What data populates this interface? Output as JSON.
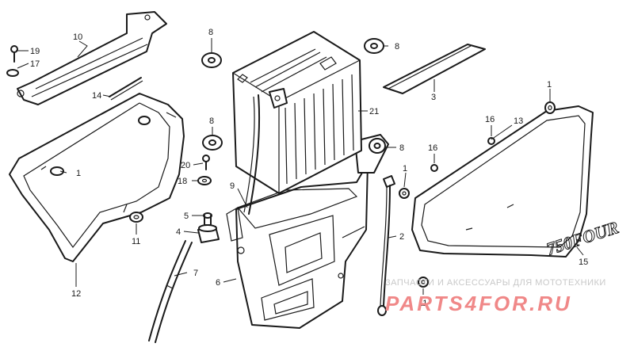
{
  "callouts": [
    {
      "id": "c1a",
      "label": "1"
    },
    {
      "id": "c1b",
      "label": "1"
    },
    {
      "id": "c1c",
      "label": "1"
    },
    {
      "id": "c2",
      "label": "2"
    },
    {
      "id": "c3",
      "label": "3"
    },
    {
      "id": "c4",
      "label": "4"
    },
    {
      "id": "c5",
      "label": "5"
    },
    {
      "id": "c6",
      "label": "6"
    },
    {
      "id": "c7",
      "label": "7"
    },
    {
      "id": "c8a",
      "label": "8"
    },
    {
      "id": "c8b",
      "label": "8"
    },
    {
      "id": "c8c",
      "label": "8"
    },
    {
      "id": "c8d",
      "label": "8"
    },
    {
      "id": "c9",
      "label": "9"
    },
    {
      "id": "c10",
      "label": "10"
    },
    {
      "id": "c11a",
      "label": "11"
    },
    {
      "id": "c11b",
      "label": "11"
    },
    {
      "id": "c12",
      "label": "12"
    },
    {
      "id": "c13",
      "label": "13"
    },
    {
      "id": "c14",
      "label": "14"
    },
    {
      "id": "c15",
      "label": "15"
    },
    {
      "id": "c16a",
      "label": "16"
    },
    {
      "id": "c16b",
      "label": "16"
    },
    {
      "id": "c17",
      "label": "17"
    },
    {
      "id": "c18",
      "label": "18"
    },
    {
      "id": "c19",
      "label": "19"
    },
    {
      "id": "c20",
      "label": "20"
    },
    {
      "id": "c21",
      "label": "21"
    }
  ],
  "cover_logo": "750FOUR",
  "watermark": {
    "tagline": "ЗАПЧАСТИ И АКСЕССУАРЫ ДЛЯ МОТОТЕХНИКИ",
    "brand": "PARTS4FOR.RU"
  }
}
